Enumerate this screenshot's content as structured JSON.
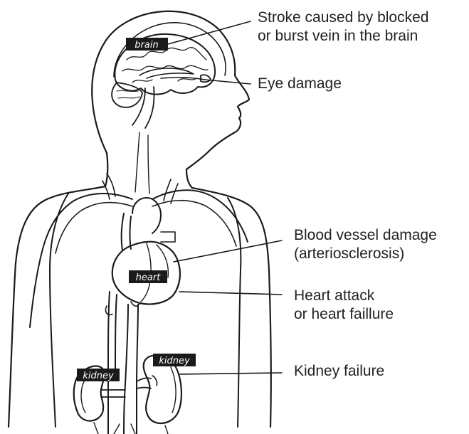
{
  "colors": {
    "ink": "#1a1a1a",
    "tag_bg": "#1a1a1a",
    "tag_text": "#ffffff",
    "background": "#ffffff"
  },
  "organ_tags": {
    "brain": "brain",
    "heart": "heart",
    "kidney_left": "kidney",
    "kidney_right": "kidney"
  },
  "callouts": {
    "stroke": {
      "line1": "Stroke caused by blocked",
      "line2": "or burst vein in the brain"
    },
    "eye": {
      "line1": "Eye damage"
    },
    "vessel": {
      "line1": "Blood vessel damage",
      "line2": "(arteriosclerosis)"
    },
    "heart_attack": {
      "line1": "Heart attack",
      "line2": "or heart faillure"
    },
    "kidney": {
      "line1": "Kidney failure"
    }
  }
}
